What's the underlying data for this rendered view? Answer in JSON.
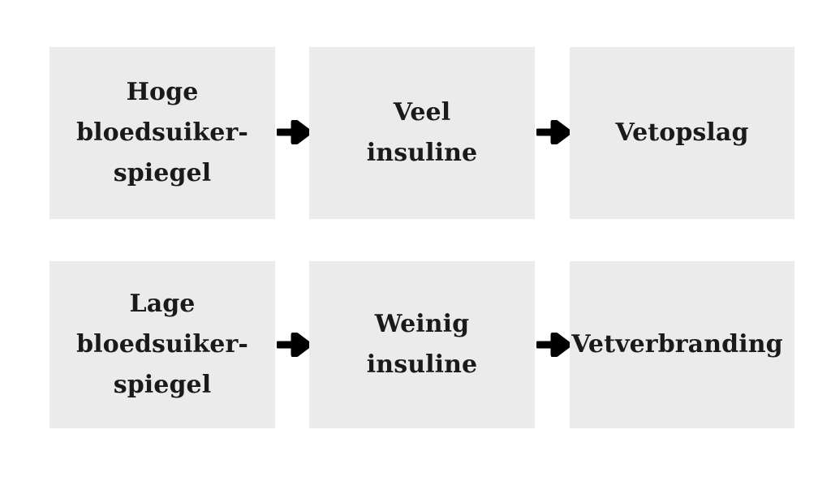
{
  "diagram": {
    "type": "flowchart",
    "title": "",
    "background_color": "#ffffff",
    "box_fill_color": "#ebebeb",
    "text_color": "#1a1a1a",
    "arrow_color": "#000000",
    "rows": [
      {
        "id": "row-high-blood-sugar",
        "nodes": [
          {
            "id": "high-blood-sugar",
            "label": "Hoge\nbloedsuiker-\nspiegel"
          },
          {
            "id": "much-insulin",
            "label": "Veel\ninsuline"
          },
          {
            "id": "fat-storage",
            "label": "Vetopslag"
          }
        ],
        "connectors": [
          {
            "id": "arrow-1",
            "icon": "arrow-right-icon"
          },
          {
            "id": "arrow-2",
            "icon": "arrow-right-icon"
          }
        ]
      },
      {
        "id": "row-low-blood-sugar",
        "nodes": [
          {
            "id": "low-blood-sugar",
            "label": "Lage\nbloedsuiker-\nspiegel"
          },
          {
            "id": "little-insulin",
            "label": "Weinig\ninsuline"
          },
          {
            "id": "fat-burning",
            "label": "Vetverbranding"
          }
        ],
        "connectors": [
          {
            "id": "arrow-3",
            "icon": "arrow-right-icon"
          },
          {
            "id": "arrow-4",
            "icon": "arrow-right-icon"
          }
        ]
      }
    ]
  }
}
